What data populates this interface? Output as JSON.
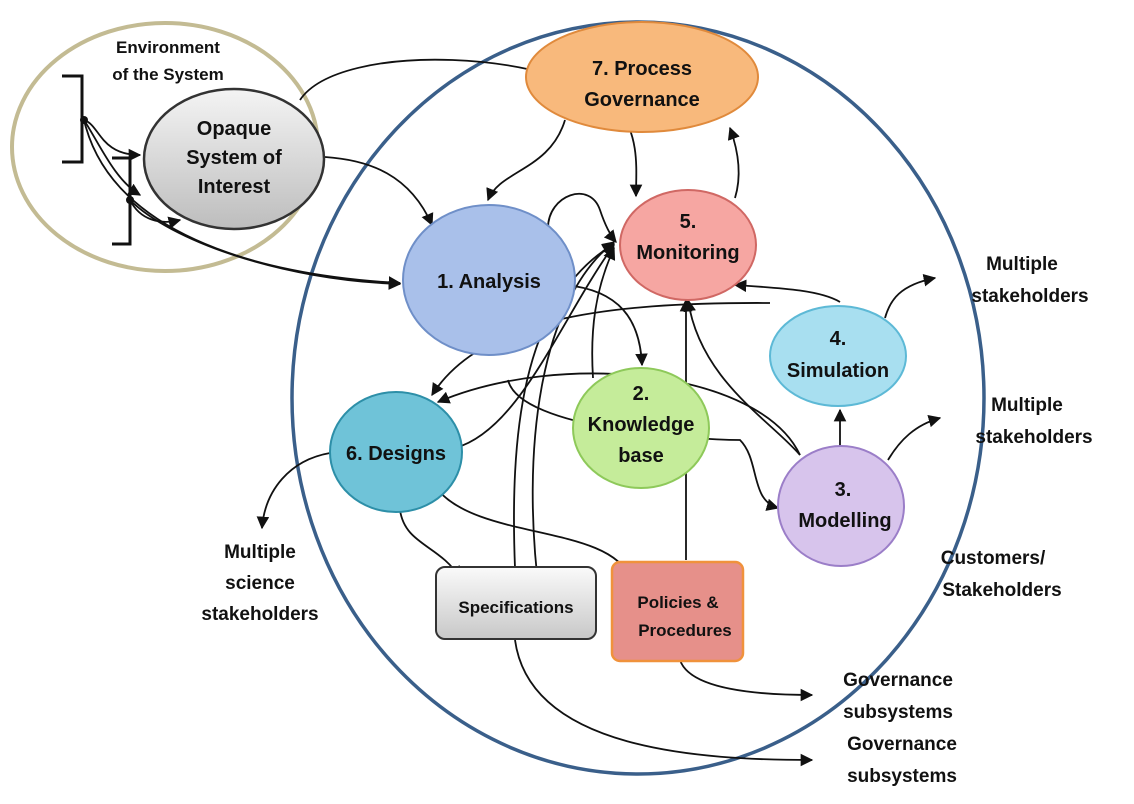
{
  "environment": {
    "label_line1": "Environment",
    "label_line2": "of the System"
  },
  "nodes": {
    "opaque": {
      "line1": "Opaque",
      "line2": "System of",
      "line3": "Interest"
    },
    "process_governance": {
      "line1": "7. Process",
      "line2": "Governance",
      "fill": "#f8b97c"
    },
    "monitoring": {
      "line1": "5.",
      "line2": "Monitoring",
      "fill": "#f6a6a2"
    },
    "analysis": {
      "line1": "1. Analysis",
      "fill": "#a9c0ea"
    },
    "simulation": {
      "line1": "4.",
      "line2": "Simulation",
      "fill": "#a8dff0"
    },
    "knowledge_base": {
      "line1": "2.",
      "line2": "Knowledge",
      "line3": "base",
      "fill": "#c5ec9a"
    },
    "designs": {
      "line1": "6. Designs",
      "fill": "#6fc3d8"
    },
    "modelling": {
      "line1": "3.",
      "line2": "Modelling",
      "fill": "#d7c4ec"
    },
    "specifications": {
      "line1": "Specifications"
    },
    "policies": {
      "line1": "Policies &",
      "line2": "Procedures",
      "fill": "#e6908a"
    }
  },
  "external_labels": {
    "stakeholders_simulation": {
      "line1": "Multiple",
      "line2": "stakeholders"
    },
    "stakeholders_modelling": {
      "line1": "Multiple",
      "line2": "stakeholders"
    },
    "customers": {
      "line1": "Customers/",
      "line2": "Stakeholders"
    },
    "science_stakeholders": {
      "line1": "Multiple",
      "line2": "science",
      "line3": "stakeholders"
    },
    "governance_1": {
      "line1": "Governance",
      "line2": "subsystems"
    },
    "governance_2": {
      "line1": "Governance",
      "line2": "subsystems"
    }
  },
  "colors": {
    "system_boundary": "#3a5f8a",
    "environment_boundary": "#c3bb93",
    "edges": "#111111"
  }
}
